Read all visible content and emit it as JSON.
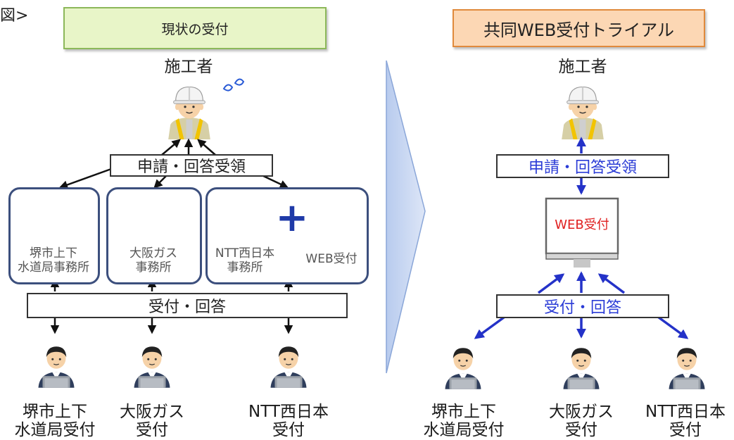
{
  "corner_label": "図>",
  "left": {
    "title": "現状の受付",
    "worker_label": "施工者",
    "apply_label": "申請・回答受領",
    "offices": [
      "堺市上下\n水道局事務所",
      "大阪ガス\n事務所",
      "NTT西日本\n事務所"
    ],
    "web_label": "WEB受付",
    "plus": "+",
    "receive_label": "受付・回答",
    "staff": [
      "堺市上下\n水道局受付",
      "大阪ガス\n受付",
      "NTT西日本\n受付"
    ]
  },
  "right": {
    "title": "共同WEB受付トライアル",
    "worker_label": "施工者",
    "apply_label": "申請・回答受領",
    "monitor_label": "WEB受付",
    "receive_label": "受付・回答",
    "staff": [
      "堺市上下\n水道局受付",
      "大阪ガス\n受付",
      "NTT西日本\n受付"
    ]
  },
  "colors": {
    "left_title_bg": "#e8f5c8",
    "left_title_border": "#8cb85a",
    "right_title_bg": "#fcd7b4",
    "right_title_border": "#e08a3c",
    "office_border": "#3c4f7d",
    "blue_arrow": "#2432c8",
    "blue_text": "#2a3bd6",
    "web_red": "#e02020",
    "big_arrow": "#c9d7f0"
  }
}
